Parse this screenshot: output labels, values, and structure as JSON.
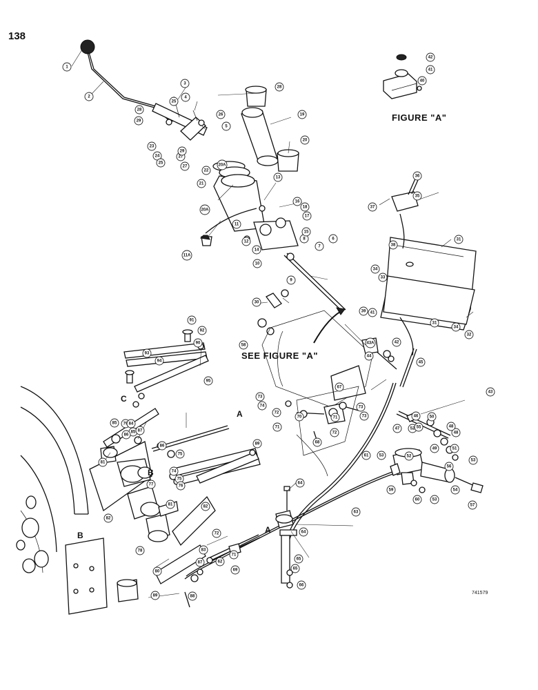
{
  "page_number": "138",
  "figure_a_label": "FIGURE \"A\"",
  "see_figure_label": "SEE FIGURE \"A\"",
  "drawing_number": "741579",
  "reference_letters": [
    "A",
    "A",
    "B",
    "B",
    "C"
  ],
  "callouts": [
    "1",
    "2",
    "3",
    "4",
    "5",
    "6",
    "7",
    "8",
    "9",
    "10",
    "11",
    "11A",
    "12",
    "13",
    "14",
    "15",
    "16",
    "17",
    "18",
    "19",
    "20",
    "20A",
    "20A",
    "21",
    "22",
    "23",
    "24",
    "25",
    "25",
    "26",
    "27",
    "27",
    "28",
    "28",
    "29",
    "29",
    "30",
    "31",
    "31",
    "32",
    "33",
    "34",
    "34",
    "35",
    "36",
    "37",
    "38",
    "39",
    "40",
    "41",
    "41",
    "42",
    "42",
    "43",
    "43A",
    "44",
    "45",
    "46",
    "47",
    "48",
    "48",
    "49",
    "50",
    "51",
    "52",
    "52",
    "53",
    "53",
    "53",
    "54",
    "55",
    "56",
    "57",
    "58",
    "59",
    "60",
    "61",
    "62",
    "63",
    "64",
    "64",
    "65",
    "65",
    "66",
    "67",
    "68",
    "69",
    "70",
    "71",
    "71",
    "71",
    "72",
    "72",
    "72",
    "73",
    "73",
    "73",
    "74",
    "74",
    "75",
    "75",
    "76",
    "77",
    "78",
    "79",
    "80",
    "81",
    "81",
    "82",
    "82",
    "83",
    "84",
    "85",
    "85",
    "86",
    "86",
    "87",
    "87",
    "88",
    "89",
    "89",
    "90",
    "91",
    "92",
    "93",
    "94",
    "95"
  ]
}
